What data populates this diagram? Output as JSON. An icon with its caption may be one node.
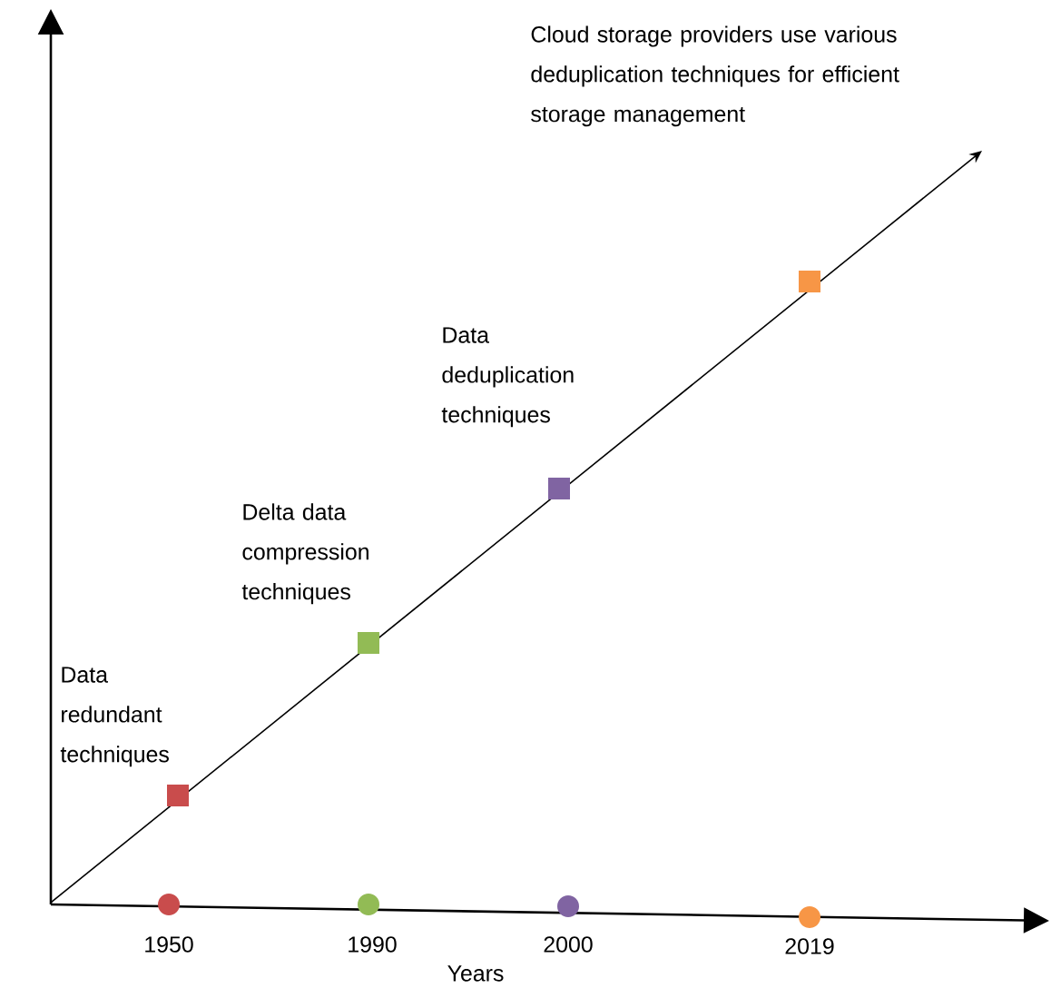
{
  "diagram": {
    "labels": [
      "Cloud storage providers use various deduplication techniques for efficient storage management",
      "Data deduplication techniques",
      "Delta data compression techniques",
      "Data redundant techniques",
      "1950",
      "1990",
      "2000",
      "2019",
      "Years"
    ]
  }
}
